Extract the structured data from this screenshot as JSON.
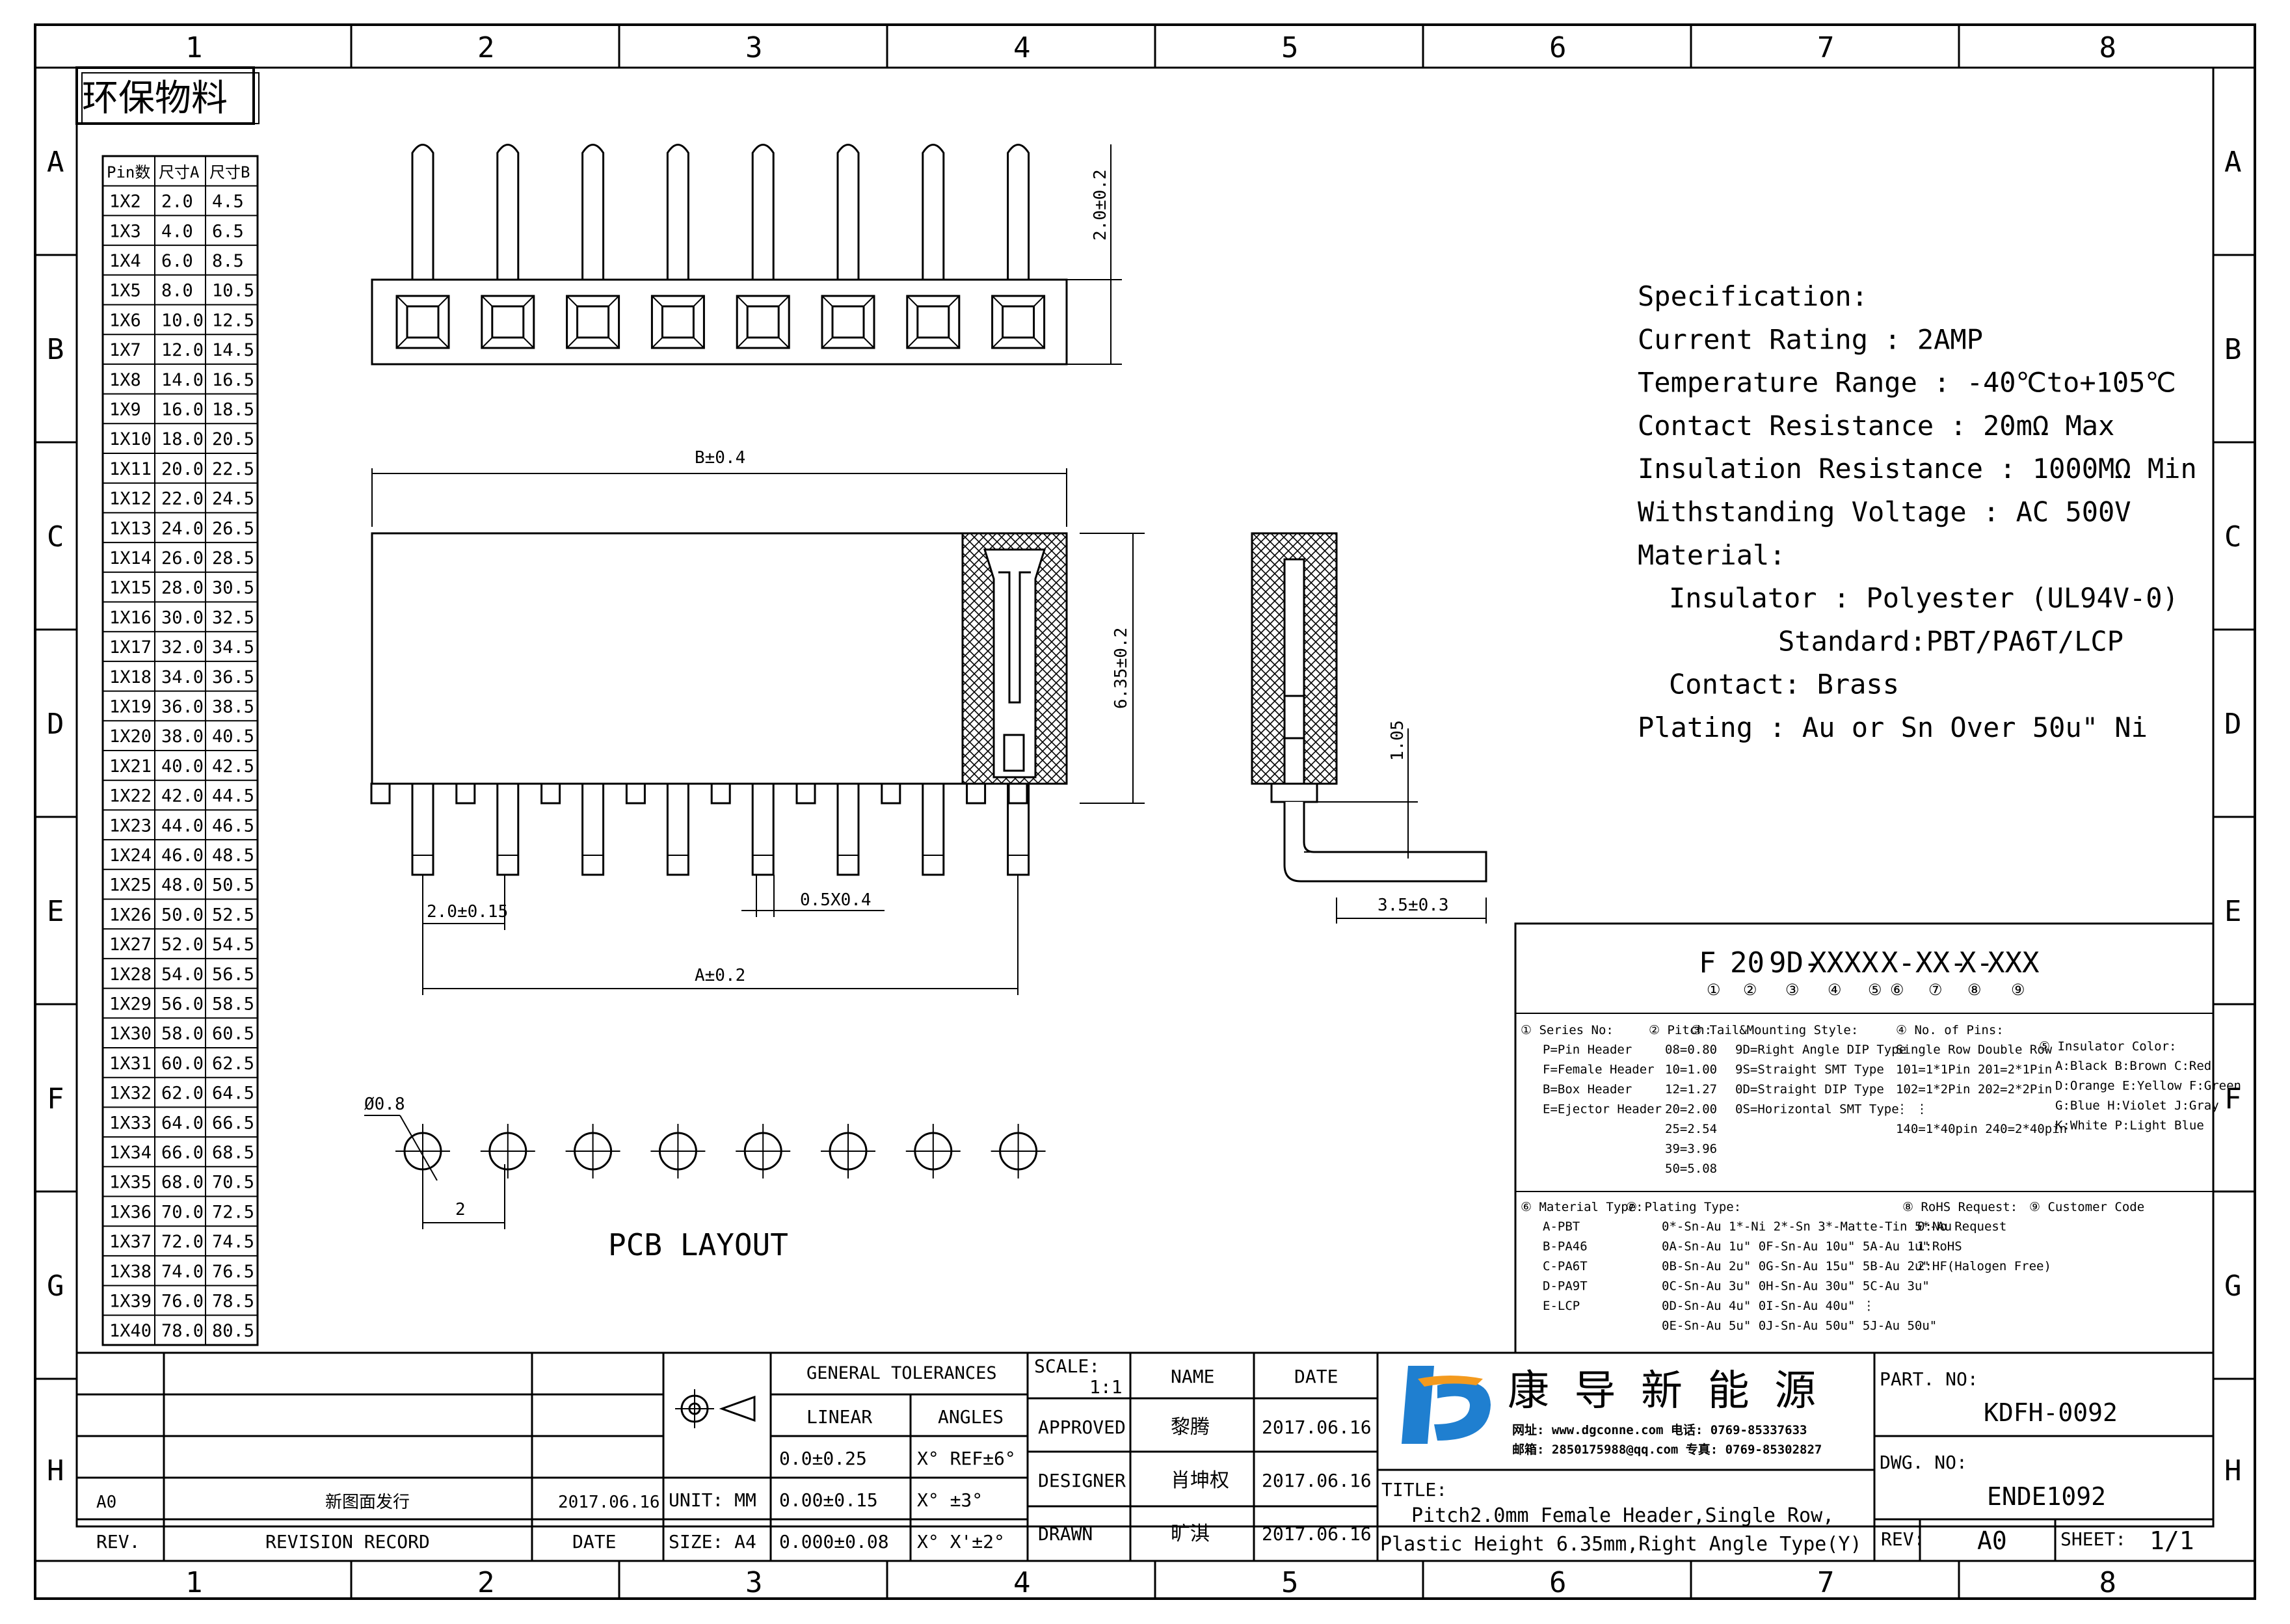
{
  "grid": {
    "cols": [
      "1",
      "2",
      "3",
      "4",
      "5",
      "6",
      "7",
      "8"
    ],
    "rows": [
      "A",
      "B",
      "C",
      "D",
      "E",
      "F",
      "G",
      "H"
    ]
  },
  "eco_label": "环保物料",
  "size_table": {
    "headers": [
      "Pin数",
      "尺寸A",
      "尺寸B"
    ],
    "rows": [
      [
        "1X2",
        "2.0",
        "4.5"
      ],
      [
        "1X3",
        "4.0",
        "6.5"
      ],
      [
        "1X4",
        "6.0",
        "8.5"
      ],
      [
        "1X5",
        "8.0",
        "10.5"
      ],
      [
        "1X6",
        "10.0",
        "12.5"
      ],
      [
        "1X7",
        "12.0",
        "14.5"
      ],
      [
        "1X8",
        "14.0",
        "16.5"
      ],
      [
        "1X9",
        "16.0",
        "18.5"
      ],
      [
        "1X10",
        "18.0",
        "20.5"
      ],
      [
        "1X11",
        "20.0",
        "22.5"
      ],
      [
        "1X12",
        "22.0",
        "24.5"
      ],
      [
        "1X13",
        "24.0",
        "26.5"
      ],
      [
        "1X14",
        "26.0",
        "28.5"
      ],
      [
        "1X15",
        "28.0",
        "30.5"
      ],
      [
        "1X16",
        "30.0",
        "32.5"
      ],
      [
        "1X17",
        "32.0",
        "34.5"
      ],
      [
        "1X18",
        "34.0",
        "36.5"
      ],
      [
        "1X19",
        "36.0",
        "38.5"
      ],
      [
        "1X20",
        "38.0",
        "40.5"
      ],
      [
        "1X21",
        "40.0",
        "42.5"
      ],
      [
        "1X22",
        "42.0",
        "44.5"
      ],
      [
        "1X23",
        "44.0",
        "46.5"
      ],
      [
        "1X24",
        "46.0",
        "48.5"
      ],
      [
        "1X25",
        "48.0",
        "50.5"
      ],
      [
        "1X26",
        "50.0",
        "52.5"
      ],
      [
        "1X27",
        "52.0",
        "54.5"
      ],
      [
        "1X28",
        "54.0",
        "56.5"
      ],
      [
        "1X29",
        "56.0",
        "58.5"
      ],
      [
        "1X30",
        "58.0",
        "60.5"
      ],
      [
        "1X31",
        "60.0",
        "62.5"
      ],
      [
        "1X32",
        "62.0",
        "64.5"
      ],
      [
        "1X33",
        "64.0",
        "66.5"
      ],
      [
        "1X34",
        "66.0",
        "68.5"
      ],
      [
        "1X35",
        "68.0",
        "70.5"
      ],
      [
        "1X36",
        "70.0",
        "72.5"
      ],
      [
        "1X37",
        "72.0",
        "74.5"
      ],
      [
        "1X38",
        "74.0",
        "76.5"
      ],
      [
        "1X39",
        "76.0",
        "78.5"
      ],
      [
        "1X40",
        "78.0",
        "80.5"
      ]
    ]
  },
  "dimensions": {
    "pin_height": "2.0±0.2",
    "body_length": "B±0.4",
    "body_height": "6.35±0.2",
    "pitch": "2.0±0.15",
    "pin_section": "0.5X0.4",
    "span": "A±0.2",
    "side_offset": "1.05",
    "side_leg": "3.5±0.3",
    "hole_dia": "Ø0.8",
    "hole_pitch": "2"
  },
  "pcb_layout_label": "PCB LAYOUT",
  "specification": {
    "lines": [
      "Specification:",
      "Current Rating : 2AMP",
      "Temperature Range : -40℃to+105℃",
      "Contact Resistance : 20mΩ Max",
      "Insulation Resistance : 1000MΩ Min",
      "Withstanding Voltage : AC 500V",
      "Material:",
      "  Insulator : Polyester (UL94V-0)",
      "         Standard:PBT/PA6T/LCP",
      "  Contact: Brass",
      "Plating : Au or Sn Over 50u\" Ni"
    ]
  },
  "part_code": {
    "segments": [
      "F",
      "20",
      "9D-",
      "XXX",
      "X",
      "X-",
      "XX-",
      "X-",
      "XXX"
    ],
    "circle_numbers": [
      "①",
      "②",
      "③",
      "④",
      "⑤",
      "⑥",
      "⑦",
      "⑧",
      "⑨"
    ]
  },
  "code_legend": {
    "series": {
      "title": "① Series No:",
      "items": [
        "P=Pin Header",
        "F=Female Header",
        "B=Box Header",
        "E=Ejector Header"
      ]
    },
    "pitch": {
      "title": "② Pitch:",
      "items": [
        "08=0.80",
        "10=1.00",
        "12=1.27",
        "20=2.00",
        "25=2.54",
        "39=3.96",
        "50=5.08"
      ]
    },
    "tail": {
      "title": "③ Tail&Mounting Style:",
      "items": [
        "9D=Right Angle DIP Type",
        "9S=Straight SMT Type",
        "0D=Straight DIP Type",
        "0S=Horizontal SMT Type"
      ]
    },
    "pins": {
      "title": "④ No. of Pins:",
      "items": [
        "Single Row   Double Row",
        "101=1*1Pin   201=2*1Pin",
        "102=1*2Pin   202=2*2Pin",
        "  ⋮            ⋮",
        "140=1*40pin  240=2*40pin"
      ]
    },
    "color": {
      "title": "⑤ Insulator Color:",
      "items": [
        "A:Black  B:Brown  C:Red",
        "D:Orange E:Yellow F:Green",
        "G:Blue   H:Violet J:Gray",
        "K:White  P:Light Blue"
      ]
    },
    "material": {
      "title": "⑥ Material Type:",
      "items": [
        "A-PBT",
        "B-PA46",
        "C-PA6T",
        "D-PA9T",
        "E-LCP"
      ]
    },
    "plating": {
      "title": "⑦ Plating Type:",
      "items": [
        "0*-Sn-Au 1*-Ni 2*-Sn 3*-Matte-Tin 5*-Au",
        "0A-Sn-Au 1u\" 0F-Sn-Au 10u\"  5A-Au 1u\"",
        "0B-Sn-Au 2u\" 0G-Sn-Au 15u\"  5B-Au 2u\"",
        "0C-Sn-Au 3u\" 0H-Sn-Au 30u\"  5C-Au 3u\"",
        "0D-Sn-Au 4u\" 0I-Sn-Au 40u\"    ⋮",
        "0E-Sn-Au 5u\" 0J-Sn-Au 50u\"  5J-Au 50u\""
      ]
    },
    "rohs": {
      "title": "⑧ RoHS Request:",
      "items": [
        "0:No Request",
        "1:RoHS",
        "2:HF(Halogen Free)"
      ]
    },
    "customer": {
      "title": "⑨ Customer Code",
      "items": []
    }
  },
  "title_block": {
    "rev_row": {
      "rev": "A0",
      "record": "新图面发行",
      "date": "2017.06.16"
    },
    "rev_header": {
      "rev": "REV.",
      "record": "REVISION RECORD",
      "date": "DATE"
    },
    "general_tolerances": "GENERAL TOLERANCES",
    "linear": "LINEAR",
    "angles": "ANGLES",
    "tol_rows": [
      {
        "linear": "0.0±0.25",
        "angles": "X° REF±6°"
      },
      {
        "linear": "0.00±0.15",
        "angles": "X° ±3°"
      },
      {
        "linear": "0.000±0.08",
        "angles": "X° X'±2°"
      }
    ],
    "unit": "UNIT: MM",
    "size": "SIZE: A4",
    "scale_label": "SCALE:",
    "scale_value": "1:1",
    "name_header": "NAME",
    "date_header": "DATE",
    "approved": {
      "label": "APPROVED",
      "name": "黎腾",
      "date": "2017.06.16"
    },
    "designer": {
      "label": "DESIGNER",
      "name": "肖坤权",
      "date": "2017.06.16"
    },
    "drawn": {
      "label": "DRAWN",
      "name": "旷淇",
      "date": "2017.06.16"
    },
    "company_name": "康 导 新 能 源",
    "company_web": "网址: www.dgconne.com  电话: 0769-85337633",
    "company_mail": "邮箱: 2850175988@qq.com 专真: 0769-85302827",
    "title_label": "TITLE:",
    "title_line1": "Pitch2.0mm Female Header,Single Row,",
    "title_line2": "Plastic Height 6.35mm,Right Angle Type(Y)",
    "part_no_label": "PART. NO:",
    "part_no": "KDFH-0092",
    "dwg_no_label": "DWG. NO:",
    "dwg_no": "ENDE1092",
    "rev_label": "REV:",
    "rev_value": "A0",
    "sheet_label": "SHEET:",
    "sheet_value": "1/1"
  },
  "colors": {
    "line": "#000000",
    "logo_blue": "#1f7fd0",
    "logo_orange": "#f39a1e"
  }
}
